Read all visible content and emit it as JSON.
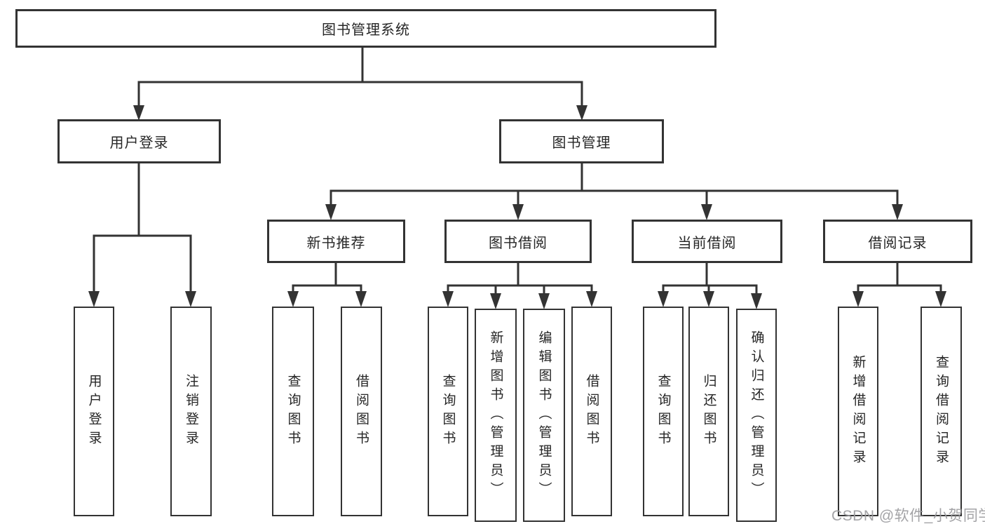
{
  "diagram": {
    "root": "图书管理系统",
    "branches": [
      {
        "label": "用户登录",
        "children": [
          "用户登录",
          "注销登录"
        ]
      },
      {
        "label": "图书管理",
        "children": [
          {
            "label": "新书推荐",
            "children": [
              "查询图书",
              "借阅图书"
            ]
          },
          {
            "label": "图书借阅",
            "children": [
              "查询图书",
              "新增图书（管理员）",
              "编辑图书（管理员）",
              "借阅图书"
            ]
          },
          {
            "label": "当前借阅",
            "children": [
              "查询图书",
              "归还图书",
              "确认归还（管理员）"
            ]
          },
          {
            "label": "借阅记录",
            "children": [
              "新增借阅记录",
              "查询借阅记录"
            ]
          }
        ]
      }
    ]
  },
  "watermark": "CSDN @软件_小贺同学",
  "colors": {
    "line": "#333333",
    "box_border": "#333333",
    "text": "#262626",
    "watermark": "#9b9b9e",
    "background": "#ffffff"
  }
}
